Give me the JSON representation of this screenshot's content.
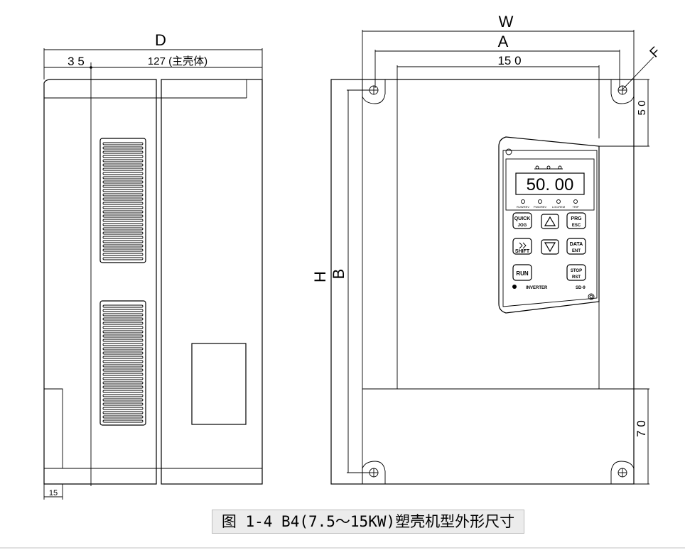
{
  "dimensions": {
    "D": "D",
    "d35": "3 5",
    "d127": "127 (主壳体)",
    "d15": "15",
    "W": "W",
    "A": "A",
    "d150": "15 0",
    "F": "F",
    "d50": "5 0",
    "H": "H",
    "B": "B",
    "d70": "7 0"
  },
  "keypad": {
    "display": "50. 00",
    "leds": [
      "RUN/REV",
      "FWD/REV",
      "LOC/REM",
      "TRIP"
    ],
    "buttons": {
      "quick_jog": [
        "QUICK",
        "JOG"
      ],
      "prg_esc": [
        "PRG",
        "ESC"
      ],
      "shift": "SHIFT",
      "data_ent": [
        "DATA",
        "ENT"
      ],
      "run": "RUN",
      "stop_rst": [
        "STOP",
        "RST"
      ]
    },
    "brand": "INVERTER",
    "model": "SD-9"
  },
  "caption": "图 1-4  B4(7.5～15KW)塑壳机型外形尺寸"
}
